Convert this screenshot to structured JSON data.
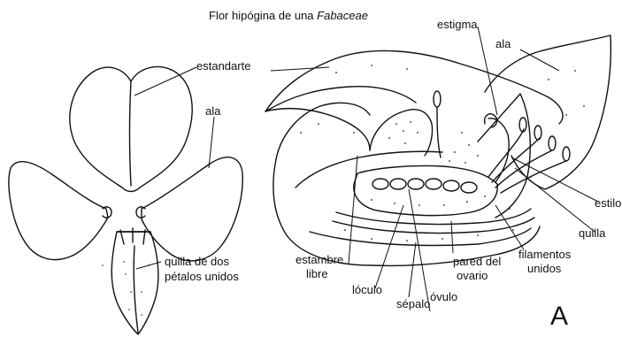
{
  "title": {
    "text": "Flor hipógina de una ",
    "italic": "Fabaceae"
  },
  "panel_letter": "A",
  "labels": {
    "estandarte": "estandarte",
    "ala_left": "ala",
    "quilla_left_1": "quilla de dos",
    "quilla_left_2": "pétalos unidos",
    "estigma": "estigma",
    "ala_right": "ala",
    "estilo": "estilo",
    "quilla_right": "quilla",
    "filamentos_1": "filamentos",
    "filamentos_2": "unidos",
    "pared_1": "pared del",
    "pared_2": "ovario",
    "estambre_1": "estambre",
    "estambre_2": "libre",
    "loculo": "lóculo",
    "sepalo": "sépalo",
    "ovulo": "óvulo"
  },
  "colors": {
    "ink": "#111111",
    "background": "#ffffff"
  }
}
